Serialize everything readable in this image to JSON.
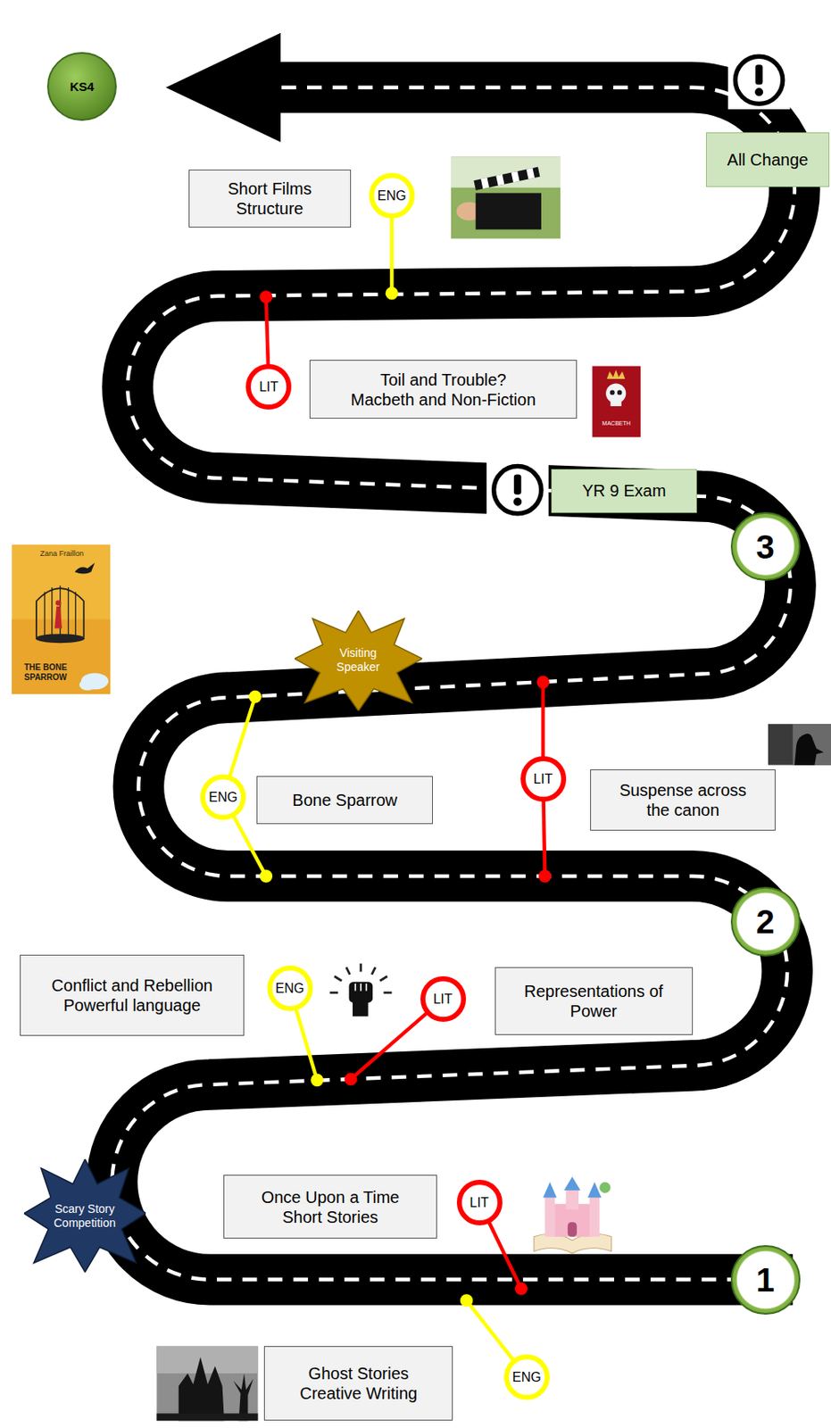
{
  "diagram": {
    "nodes": [
      {
        "text": [
          "KS4"
        ]
      },
      {
        "text": [
          "All Change"
        ]
      },
      {
        "text": [
          "Short Films Structure"
        ]
      },
      {
        "text": [
          "ENG"
        ]
      },
      {
        "text": [
          "LIT"
        ]
      },
      {
        "text": [
          "Toil and Trouble? Macbeth and Non-Fiction"
        ]
      },
      {
        "text": [
          "YR 9 Exam"
        ]
      },
      {
        "text": [
          "3"
        ]
      },
      {
        "text": [
          "Visiting Speaker"
        ]
      },
      {
        "text": [
          "ENG"
        ]
      },
      {
        "text": [
          "Bone Sparrow"
        ]
      },
      {
        "text": [
          "LIT"
        ]
      },
      {
        "text": [
          "Suspense across the canon"
        ]
      },
      {
        "text": [
          "2"
        ]
      },
      {
        "text": [
          "Conflict and Rebellion Powerful language"
        ]
      },
      {
        "text": [
          "ENG"
        ]
      },
      {
        "text": [
          "LIT"
        ]
      },
      {
        "text": [
          "Representations of Power"
        ]
      },
      {
        "text": [
          "Scary Story Competition"
        ]
      },
      {
        "text": [
          "Once Upon a Time Short Stories"
        ]
      },
      {
        "text": [
          "LIT"
        ]
      },
      {
        "text": [
          "1"
        ]
      },
      {
        "text": [
          "Ghost Stories Creative Writing"
        ]
      },
      {
        "text": [
          "ENG"
        ]
      }
    ],
    "labels": [
      "Zana Fraillon",
      "THE BONE SPARROW",
      "MACBETH"
    ]
  }
}
